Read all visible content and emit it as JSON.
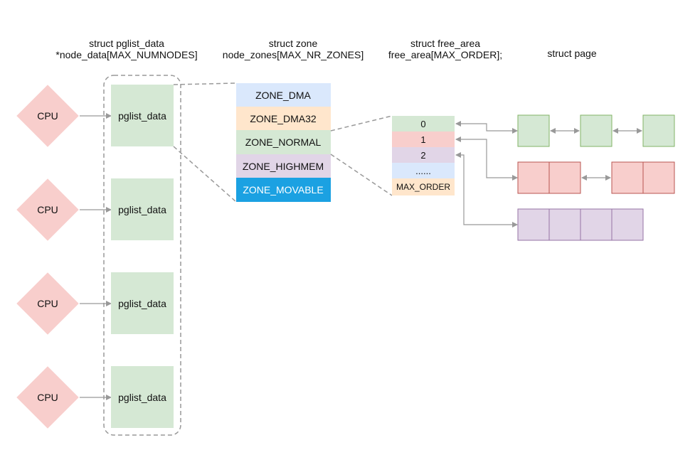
{
  "headers": {
    "pglist": [
      "struct pglist_data",
      "*node_data[MAX_NUMNODES]"
    ],
    "zone": [
      "struct zone",
      "node_zones[MAX_NR_ZONES]"
    ],
    "free_area": [
      "struct free_area",
      "free_area[MAX_ORDER];"
    ],
    "page": "struct page"
  },
  "nodes": [
    {
      "cpu": "CPU",
      "pglist": "pglist_data"
    },
    {
      "cpu": "CPU",
      "pglist": "pglist_data"
    },
    {
      "cpu": "CPU",
      "pglist": "pglist_data"
    },
    {
      "cpu": "CPU",
      "pglist": "pglist_data"
    }
  ],
  "zones": [
    {
      "label": "ZONE_DMA",
      "color": "#dae8fc"
    },
    {
      "label": "ZONE_DMA32",
      "color": "#ffe6cc"
    },
    {
      "label": "ZONE_NORMAL",
      "color": "#d5e8d4"
    },
    {
      "label": "ZONE_HIGHMEM",
      "color": "#e1d5e7"
    },
    {
      "label": "ZONE_MOVABLE",
      "color": "#1ba1e2"
    }
  ],
  "free_area": [
    {
      "label": "0",
      "color": "#d5e8d4"
    },
    {
      "label": "1",
      "color": "#f8cecc"
    },
    {
      "label": "2",
      "color": "#e1d5e7"
    },
    {
      "label": "......",
      "color": "#dae8fc"
    },
    {
      "label": "MAX_ORDER",
      "color": "#ffe6cc"
    }
  ],
  "colors": {
    "cpu_fill": "#f8cecc",
    "pglist_fill": "#d5e8d4",
    "green_fill": "#d5e8d4",
    "green_stroke": "#82b366",
    "red_fill": "#f8cecc",
    "red_stroke": "#b85450",
    "purple_fill": "#e1d5e7",
    "purple_stroke": "#9673a6",
    "connector": "#999999"
  }
}
